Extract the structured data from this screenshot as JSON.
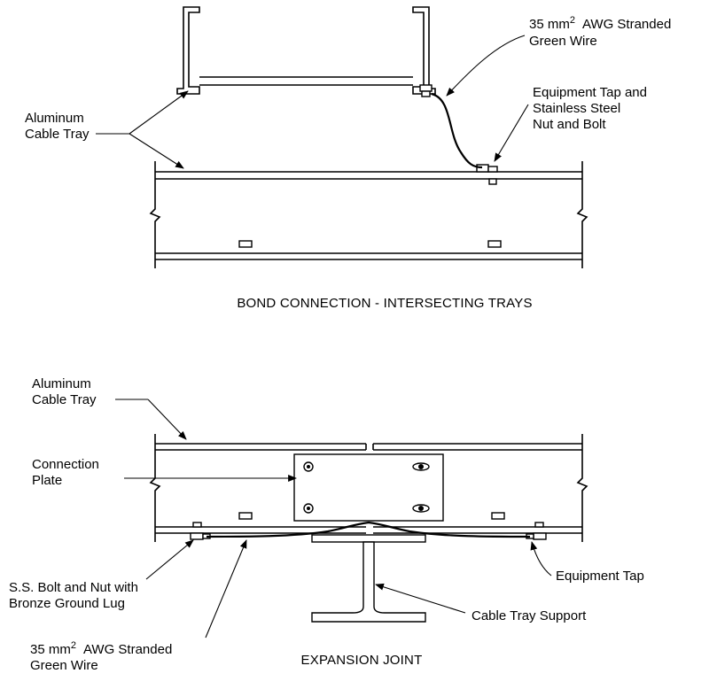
{
  "top": {
    "caption": "BOND CONNECTION - INTERSECTING TRAYS",
    "wire_label": {
      "line1_pre": "35 mm",
      "line1_sup": "2",
      "line1_post": "AWG Stranded",
      "line2": "Green Wire"
    },
    "tap_label": {
      "line1": "Equipment Tap and",
      "line2": "Stainless Steel",
      "line3": "Nut and Bolt"
    },
    "tray_label": {
      "line1": "Aluminum",
      "line2": "Cable Tray"
    }
  },
  "bottom": {
    "caption": "EXPANSION JOINT",
    "tray_label": {
      "line1": "Aluminum",
      "line2": "Cable Tray"
    },
    "plate_label": {
      "line1": "Connection",
      "line2": "Plate"
    },
    "bolt_label": {
      "line1": "S.S. Bolt and Nut with",
      "line2": "Bronze Ground Lug"
    },
    "wire_label": {
      "line1_pre": "35 mm",
      "line1_sup": "2",
      "line1_post": "AWG Stranded",
      "line2": "Green Wire"
    },
    "equip_tap_label": "Equipment Tap",
    "support_label": "Cable Tray Support"
  }
}
